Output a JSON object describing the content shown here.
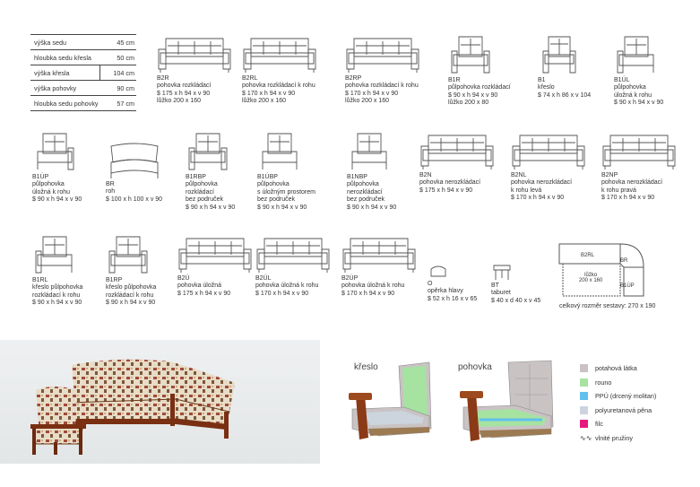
{
  "dimensions": [
    {
      "label": "výška sedu",
      "value": "45 cm"
    },
    {
      "label": "hloubka sedu křesla",
      "value": "50 cm"
    },
    {
      "label": "výška křesla",
      "value": "104 cm"
    },
    {
      "label": "výška pohovky",
      "value": "90 cm"
    },
    {
      "label": "hloubka sedu pohovky",
      "value": "57 cm"
    }
  ],
  "items": [
    {
      "code": "B2R",
      "name": "pohovka rozkládací",
      "size": "$ 175 x h 94 x v 90",
      "extra": "lůžko 200 x 160"
    },
    {
      "code": "B2RL",
      "name": "pohovka rozkládací k rohu",
      "size": "$ 170 x h 94 x v 90",
      "extra": "lůžko 200 x 160"
    },
    {
      "code": "B2RP",
      "name": "pohovka rozkládací k rohu",
      "size": "$ 170 x h 94 x v 90",
      "extra": "lůžko 200 x 160"
    },
    {
      "code": "B1R",
      "name": "půlpohovka rozkládací",
      "size": "$ 90 x h 94 x v 90",
      "extra": "lůžko 200 x 80"
    },
    {
      "code": "B1",
      "name": "křeslo",
      "size": "$ 74 x h 86 x v 104",
      "extra": ""
    },
    {
      "code": "B1ÚL",
      "name": "půlpohovka\núložná k rohu",
      "size": "$ 90 x h 94 x v 90",
      "extra": ""
    },
    {
      "code": "B1ÚP",
      "name": "půlpohovka\núložná k rohu",
      "size": "$ 90 x h 94 x v 90",
      "extra": ""
    },
    {
      "code": "BR",
      "name": "roh",
      "size": "$ 100 x h 100 x v 90",
      "extra": ""
    },
    {
      "code": "B1RBP",
      "name": "půlpohovka\nrozkládací\nbez područek",
      "size": "$ 90 x h 94 x v 90",
      "extra": ""
    },
    {
      "code": "B1ÚBP",
      "name": "půlpohovka\ns úložným prostorem\nbez područek",
      "size": "$ 90 x h 94 x v 90",
      "extra": ""
    },
    {
      "code": "B1NBP",
      "name": "půlpohovka\nnerozkládací\nbez područek",
      "size": "$ 90 x h 94 x v 90",
      "extra": ""
    },
    {
      "code": "B2N",
      "name": "pohovka nerozkládací",
      "size": "$ 175 x h 94 x v 90",
      "extra": ""
    },
    {
      "code": "B2NL",
      "name": "pohovka nerozkládací\nk rohu levá",
      "size": "$ 170 x h 94 x v 90",
      "extra": ""
    },
    {
      "code": "B2NP",
      "name": "pohovka nerozkládací\nk rohu pravá",
      "size": "$ 170 x h 94 x v 90",
      "extra": ""
    },
    {
      "code": "B1RL",
      "name": "křeslo půlpohovka\nrozkládací k rohu",
      "size": "$ 90 x h 94 x v 90",
      "extra": ""
    },
    {
      "code": "B1RP",
      "name": "křeslo půlpohovka\nrozkládací k rohu",
      "size": "$ 90 x h 94 x v 90",
      "extra": ""
    },
    {
      "code": "B2Ú",
      "name": "pohovka úložná",
      "size": "$ 175 x h 94 x v 90",
      "extra": ""
    },
    {
      "code": "B2ÚL",
      "name": "pohovka úložná k rohu",
      "size": "$ 170 x h 94 x v 90",
      "extra": ""
    },
    {
      "code": "B2ÚP",
      "name": "pohovka úložná k rohu",
      "size": "$ 170 x h 94 x v 90",
      "extra": ""
    },
    {
      "code": "O",
      "name": "opěrka hlavy",
      "size": "$ 52 x h 16 x v 65",
      "extra": ""
    },
    {
      "code": "BT",
      "name": "taburet",
      "size": "$ 40 x d 40 x v 45",
      "extra": ""
    }
  ],
  "set": {
    "label_b2rl": "B2RL",
    "label_br": "BR",
    "label_bed": "lůžko\n200 x 160",
    "label_b1up": "B1ÚP",
    "total": "celkový rozměr sestavy: 270 x 190"
  },
  "cross_section": {
    "armchair": "křeslo",
    "sofa": "pohovka"
  },
  "legend": [
    {
      "label": "potahová látka",
      "color": "#c9c3c4"
    },
    {
      "label": "rouno",
      "color": "#a6e3a1"
    },
    {
      "label": "PPÚ (drcený molitan)",
      "color": "#62c0ee"
    },
    {
      "label": "polyuretanová pěna",
      "color": "#ccd4de"
    },
    {
      "label": "filc",
      "color": "#e6197e"
    },
    {
      "label": "vlnité pružiny",
      "color": "#555555"
    }
  ]
}
